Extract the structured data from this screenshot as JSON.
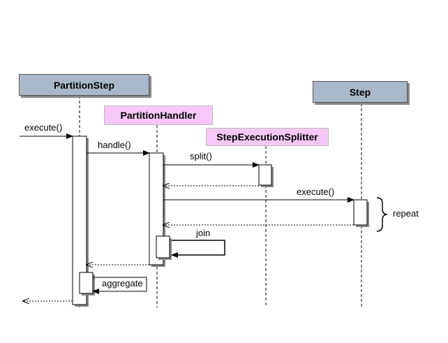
{
  "participants": {
    "partition_step": "PartitionStep",
    "partition_handler": "PartitionHandler",
    "step_execution_splitter": "StepExecutionSplitter",
    "step": "Step"
  },
  "messages": {
    "execute_in": "execute()",
    "handle": "handle()",
    "split": "split()",
    "execute_step": "execute()",
    "join": "join",
    "aggregate": "aggregate"
  },
  "annotations": {
    "repeat": "repeat"
  },
  "colors": {
    "gray_box": "#a9b9c9",
    "pink_box": "#f7c8f7"
  }
}
